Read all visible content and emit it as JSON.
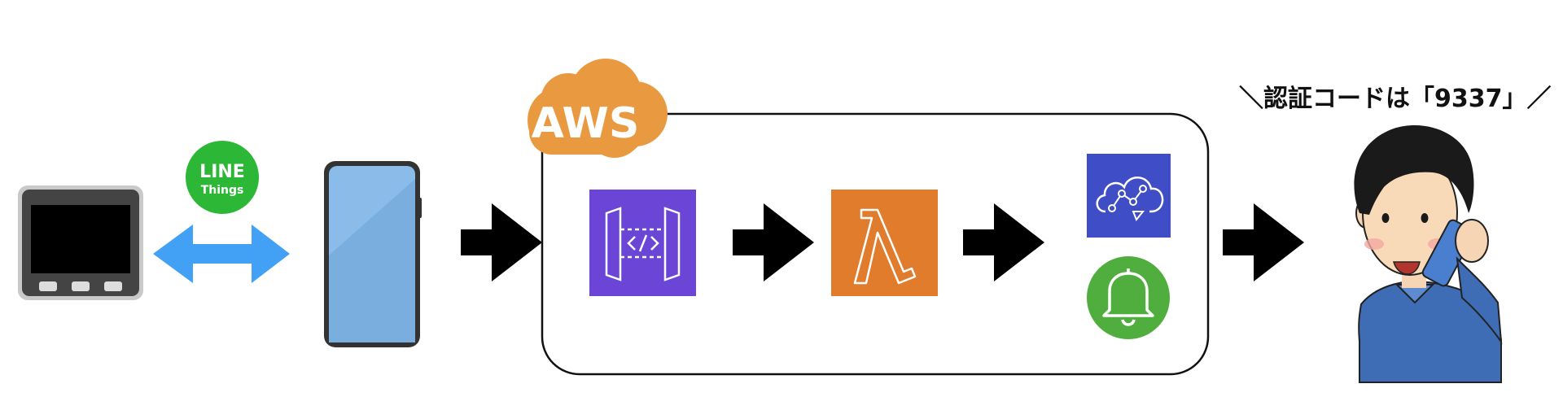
{
  "colors": {
    "aws_orange": "#E99A40",
    "api_gateway_purple": "#6B45D6",
    "lambda_orange": "#E07C2C",
    "iot_blue": "#3F4EC7",
    "notification_green": "#4FAE3D",
    "line_green": "#2DB736",
    "ble_arrow_blue": "#42A0F5",
    "phone_blue": "#87B7E6",
    "arrow_black": "#000000"
  },
  "components": {
    "device": {
      "icon": "m5stack-device-icon"
    },
    "line_things": {
      "badge_line1": "LINE",
      "badge_line2": "Things"
    },
    "smartphone": {
      "icon": "smartphone-icon"
    },
    "aws_cloud": {
      "label": "AWS"
    },
    "api_gateway": {
      "icon": "api-gateway-icon"
    },
    "lambda": {
      "icon": "lambda-icon"
    },
    "iot_events": {
      "icon": "iot-cloud-icon"
    },
    "notification": {
      "icon": "bell-icon"
    },
    "person": {
      "icon": "person-on-phone-icon"
    }
  },
  "speech": {
    "text": "＼認証コードは「9337」／"
  }
}
